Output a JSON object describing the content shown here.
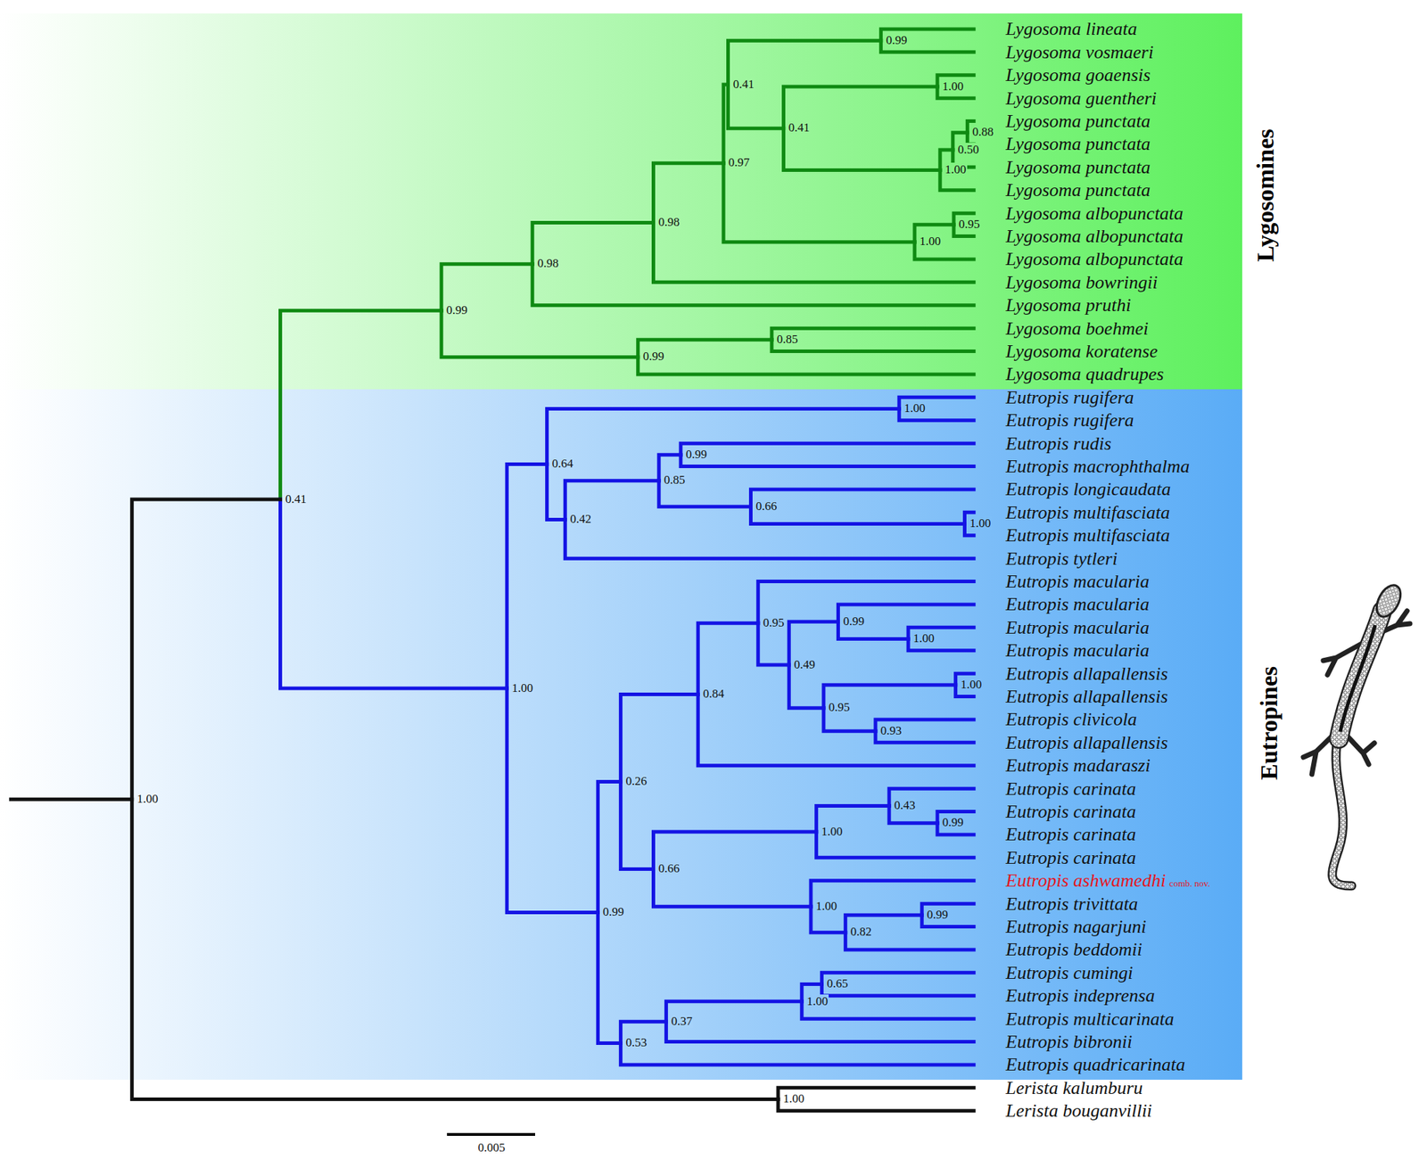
{
  "diagram": {
    "nodes": [
      {
        "text": [
          "Lygosomines"
        ]
      },
      {
        "text": [
          "Eutropines"
        ]
      },
      {
        "text": [
          "Lygosoma lineata"
        ],
        "in": 0
      },
      {
        "text": [
          "Lygosoma vosmaeri"
        ],
        "in": 0
      },
      {
        "text": [
          "Lygosoma goaensis"
        ],
        "in": 0
      },
      {
        "text": [
          "Lygosoma guentheri"
        ],
        "in": 0
      },
      {
        "text": [
          "Lygosoma punctata"
        ],
        "in": 0
      },
      {
        "text": [
          "Lygosoma punctata"
        ],
        "in": 0
      },
      {
        "text": [
          "Lygosoma punctata"
        ],
        "in": 0
      },
      {
        "text": [
          "Lygosoma punctata"
        ],
        "in": 0
      },
      {
        "text": [
          "Lygosoma albopunctata"
        ],
        "in": 0
      },
      {
        "text": [
          "Lygosoma albopunctata"
        ],
        "in": 0
      },
      {
        "text": [
          "Lygosoma albopunctata"
        ],
        "in": 0
      },
      {
        "text": [
          "Lygosoma bowringii"
        ],
        "in": 0
      },
      {
        "text": [
          "Lygosoma pruthi"
        ],
        "in": 0
      },
      {
        "text": [
          "Lygosoma boehmei"
        ],
        "in": 0
      },
      {
        "text": [
          "Lygosoma koratense"
        ],
        "in": 0
      },
      {
        "text": [
          "Lygosoma quadrupes"
        ],
        "in": 0
      },
      {
        "text": [
          "0.99"
        ],
        "in": 0
      },
      {
        "text": [
          "1.00"
        ],
        "in": 0
      },
      {
        "text": [
          "0.88"
        ],
        "in": 0
      },
      {
        "text": [
          "0.50"
        ],
        "in": 0
      },
      {
        "text": [
          "1.00"
        ],
        "in": 0
      },
      {
        "text": [
          "0.41"
        ],
        "in": 0
      },
      {
        "text": [
          "0.41"
        ],
        "in": 0
      },
      {
        "text": [
          "0.95"
        ],
        "in": 0
      },
      {
        "text": [
          "1.00"
        ],
        "in": 0
      },
      {
        "text": [
          "0.97"
        ],
        "in": 0
      },
      {
        "text": [
          "0.98"
        ],
        "in": 0
      },
      {
        "text": [
          "0.98"
        ],
        "in": 0
      },
      {
        "text": [
          "0.85"
        ],
        "in": 0
      },
      {
        "text": [
          "0.99"
        ],
        "in": 0
      },
      {
        "text": [
          "0.99"
        ],
        "in": 0
      },
      {
        "text": [
          "Eutropis rugifera"
        ],
        "in": 1
      },
      {
        "text": [
          "Eutropis rugifera"
        ],
        "in": 1
      },
      {
        "text": [
          "Eutropis rudis"
        ],
        "in": 1
      },
      {
        "text": [
          "Eutropis macrophthalma"
        ],
        "in": 1
      },
      {
        "text": [
          "Eutropis longicaudata"
        ],
        "in": 1
      },
      {
        "text": [
          "Eutropis multifasciata"
        ],
        "in": 1
      },
      {
        "text": [
          "Eutropis multifasciata"
        ],
        "in": 1
      },
      {
        "text": [
          "Eutropis tytleri"
        ],
        "in": 1
      },
      {
        "text": [
          "Eutropis macularia"
        ],
        "in": 1
      },
      {
        "text": [
          "Eutropis macularia"
        ],
        "in": 1
      },
      {
        "text": [
          "Eutropis macularia"
        ],
        "in": 1
      },
      {
        "text": [
          "Eutropis macularia"
        ],
        "in": 1
      },
      {
        "text": [
          "Eutropis allapallensis"
        ],
        "in": 1
      },
      {
        "text": [
          "Eutropis allapallensis"
        ],
        "in": 1
      },
      {
        "text": [
          "Eutropis clivicola"
        ],
        "in": 1
      },
      {
        "text": [
          "Eutropis allapallensis"
        ],
        "in": 1
      },
      {
        "text": [
          "Eutropis madaraszi"
        ],
        "in": 1
      },
      {
        "text": [
          "Eutropis carinata"
        ],
        "in": 1
      },
      {
        "text": [
          "Eutropis carinata"
        ],
        "in": 1
      },
      {
        "text": [
          "Eutropis carinata"
        ],
        "in": 1
      },
      {
        "text": [
          "Eutropis carinata"
        ],
        "in": 1
      },
      {
        "text": [
          "Eutropis ashwamedhi",
          "comb. nov."
        ],
        "in": 1
      },
      {
        "text": [
          "Eutropis trivittata"
        ],
        "in": 1
      },
      {
        "text": [
          "Eutropis nagarjuni"
        ],
        "in": 1
      },
      {
        "text": [
          "Eutropis beddomii"
        ],
        "in": 1
      },
      {
        "text": [
          "Eutropis cumingi"
        ],
        "in": 1
      },
      {
        "text": [
          "Eutropis indeprensa"
        ],
        "in": 1
      },
      {
        "text": [
          "Eutropis multicarinata"
        ],
        "in": 1
      },
      {
        "text": [
          "Eutropis bibronii"
        ],
        "in": 1
      },
      {
        "text": [
          "Eutropis quadricarinata"
        ],
        "in": 1
      },
      {
        "text": [
          "1.00"
        ],
        "in": 1
      },
      {
        "text": [
          "0.99"
        ],
        "in": 1
      },
      {
        "text": [
          "1.00"
        ],
        "in": 1
      },
      {
        "text": [
          "0.66"
        ],
        "in": 1
      },
      {
        "text": [
          "0.85"
        ],
        "in": 1
      },
      {
        "text": [
          "0.42"
        ],
        "in": 1
      },
      {
        "text": [
          "0.64"
        ],
        "in": 1
      },
      {
        "text": [
          "1.00"
        ],
        "in": 1
      },
      {
        "text": [
          "0.99"
        ],
        "in": 1
      },
      {
        "text": [
          "1.00"
        ],
        "in": 1
      },
      {
        "text": [
          "0.93"
        ],
        "in": 1
      },
      {
        "text": [
          "0.95"
        ],
        "in": 1
      },
      {
        "text": [
          "0.49"
        ],
        "in": 1
      },
      {
        "text": [
          "0.95"
        ],
        "in": 1
      },
      {
        "text": [
          "0.84"
        ],
        "in": 1
      },
      {
        "text": [
          "0.99"
        ],
        "in": 1
      },
      {
        "text": [
          "0.43"
        ],
        "in": 1
      },
      {
        "text": [
          "1.00"
        ],
        "in": 1
      },
      {
        "text": [
          "0.99"
        ],
        "in": 1
      },
      {
        "text": [
          "0.82"
        ],
        "in": 1
      },
      {
        "text": [
          "1.00"
        ],
        "in": 1
      },
      {
        "text": [
          "0.66"
        ],
        "in": 1
      },
      {
        "text": [
          "0.26"
        ],
        "in": 1
      },
      {
        "text": [
          "0.65"
        ],
        "in": 1
      },
      {
        "text": [
          "1.00"
        ],
        "in": 1
      },
      {
        "text": [
          "0.37"
        ],
        "in": 1
      },
      {
        "text": [
          "0.53"
        ],
        "in": 1
      },
      {
        "text": [
          "0.99"
        ],
        "in": 1
      },
      {
        "text": [
          "1.00"
        ],
        "in": 1
      },
      {
        "text": [
          "0.41"
        ],
        "in": 1
      },
      {
        "text": [
          "1.00"
        ],
        "in": 1
      },
      {
        "text": [
          "Lerista kalumburu"
        ]
      },
      {
        "text": [
          "Lerista bouganvillii"
        ]
      },
      {
        "text": [
          "1.00"
        ]
      }
    ],
    "edges": [
      {
        "from": 18,
        "to": 2,
        "arrow": "none"
      },
      {
        "from": 18,
        "to": 3,
        "arrow": "none"
      },
      {
        "from": 19,
        "to": 4,
        "arrow": "none"
      },
      {
        "from": 19,
        "to": 5,
        "arrow": "none"
      },
      {
        "from": 20,
        "to": 6,
        "arrow": "none"
      },
      {
        "from": 20,
        "to": 7,
        "arrow": "none"
      },
      {
        "from": 21,
        "to": 20,
        "arrow": "none"
      },
      {
        "from": 21,
        "to": 8,
        "arrow": "none"
      },
      {
        "from": 22,
        "to": 21,
        "arrow": "none"
      },
      {
        "from": 22,
        "to": 9,
        "arrow": "none"
      },
      {
        "from": 23,
        "to": 19,
        "arrow": "none"
      },
      {
        "from": 23,
        "to": 22,
        "arrow": "none"
      },
      {
        "from": 24,
        "to": 18,
        "arrow": "none"
      },
      {
        "from": 24,
        "to": 23,
        "arrow": "none"
      },
      {
        "from": 25,
        "to": 10,
        "arrow": "none"
      },
      {
        "from": 25,
        "to": 11,
        "arrow": "none"
      },
      {
        "from": 26,
        "to": 25,
        "arrow": "none"
      },
      {
        "from": 26,
        "to": 12,
        "arrow": "none"
      },
      {
        "from": 27,
        "to": 24,
        "arrow": "none"
      },
      {
        "from": 27,
        "to": 26,
        "arrow": "none"
      },
      {
        "from": 28,
        "to": 27,
        "arrow": "none"
      },
      {
        "from": 28,
        "to": 13,
        "arrow": "none"
      },
      {
        "from": 29,
        "to": 28,
        "arrow": "none"
      },
      {
        "from": 29,
        "to": 14,
        "arrow": "none"
      },
      {
        "from": 30,
        "to": 15,
        "arrow": "none"
      },
      {
        "from": 30,
        "to": 16,
        "arrow": "none"
      },
      {
        "from": 31,
        "to": 30,
        "arrow": "none"
      },
      {
        "from": 31,
        "to": 17,
        "arrow": "none"
      },
      {
        "from": 32,
        "to": 29,
        "arrow": "none"
      },
      {
        "from": 32,
        "to": 31,
        "arrow": "none"
      },
      {
        "from": 63,
        "to": 33,
        "arrow": "none"
      },
      {
        "from": 63,
        "to": 34,
        "arrow": "none"
      },
      {
        "from": 64,
        "to": 35,
        "arrow": "none"
      },
      {
        "from": 64,
        "to": 36,
        "arrow": "none"
      },
      {
        "from": 65,
        "to": 38,
        "arrow": "none"
      },
      {
        "from": 65,
        "to": 39,
        "arrow": "none"
      },
      {
        "from": 66,
        "to": 37,
        "arrow": "none"
      },
      {
        "from": 66,
        "to": 65,
        "arrow": "none"
      },
      {
        "from": 67,
        "to": 64,
        "arrow": "none"
      },
      {
        "from": 67,
        "to": 66,
        "arrow": "none"
      },
      {
        "from": 68,
        "to": 67,
        "arrow": "none"
      },
      {
        "from": 68,
        "to": 40,
        "arrow": "none"
      },
      {
        "from": 69,
        "to": 63,
        "arrow": "none"
      },
      {
        "from": 69,
        "to": 68,
        "arrow": "none"
      },
      {
        "from": 70,
        "to": 43,
        "arrow": "none"
      },
      {
        "from": 70,
        "to": 44,
        "arrow": "none"
      },
      {
        "from": 71,
        "to": 42,
        "arrow": "none"
      },
      {
        "from": 71,
        "to": 70,
        "arrow": "none"
      },
      {
        "from": 72,
        "to": 45,
        "arrow": "none"
      },
      {
        "from": 72,
        "to": 46,
        "arrow": "none"
      },
      {
        "from": 73,
        "to": 47,
        "arrow": "none"
      },
      {
        "from": 73,
        "to": 48,
        "arrow": "none"
      },
      {
        "from": 74,
        "to": 72,
        "arrow": "none"
      },
      {
        "from": 74,
        "to": 73,
        "arrow": "none"
      },
      {
        "from": 75,
        "to": 71,
        "arrow": "none"
      },
      {
        "from": 75,
        "to": 74,
        "arrow": "none"
      },
      {
        "from": 76,
        "to": 41,
        "arrow": "none"
      },
      {
        "from": 76,
        "to": 75,
        "arrow": "none"
      },
      {
        "from": 77,
        "to": 76,
        "arrow": "none"
      },
      {
        "from": 77,
        "to": 49,
        "arrow": "none"
      },
      {
        "from": 78,
        "to": 51,
        "arrow": "none"
      },
      {
        "from": 78,
        "to": 52,
        "arrow": "none"
      },
      {
        "from": 79,
        "to": 50,
        "arrow": "none"
      },
      {
        "from": 79,
        "to": 78,
        "arrow": "none"
      },
      {
        "from": 80,
        "to": 79,
        "arrow": "none"
      },
      {
        "from": 80,
        "to": 53,
        "arrow": "none"
      },
      {
        "from": 81,
        "to": 55,
        "arrow": "none"
      },
      {
        "from": 81,
        "to": 56,
        "arrow": "none"
      },
      {
        "from": 82,
        "to": 81,
        "arrow": "none"
      },
      {
        "from": 82,
        "to": 57,
        "arrow": "none"
      },
      {
        "from": 83,
        "to": 54,
        "arrow": "none"
      },
      {
        "from": 83,
        "to": 82,
        "arrow": "none"
      },
      {
        "from": 84,
        "to": 80,
        "arrow": "none"
      },
      {
        "from": 84,
        "to": 83,
        "arrow": "none"
      },
      {
        "from": 85,
        "to": 77,
        "arrow": "none"
      },
      {
        "from": 85,
        "to": 84,
        "arrow": "none"
      },
      {
        "from": 86,
        "to": 58,
        "arrow": "none"
      },
      {
        "from": 86,
        "to": 59,
        "arrow": "none"
      },
      {
        "from": 87,
        "to": 86,
        "arrow": "none"
      },
      {
        "from": 87,
        "to": 60,
        "arrow": "none"
      },
      {
        "from": 88,
        "to": 87,
        "arrow": "none"
      },
      {
        "from": 88,
        "to": 61,
        "arrow": "none"
      },
      {
        "from": 89,
        "to": 88,
        "arrow": "none"
      },
      {
        "from": 89,
        "to": 62,
        "arrow": "none"
      },
      {
        "from": 90,
        "to": 85,
        "arrow": "none"
      },
      {
        "from": 90,
        "to": 89,
        "arrow": "none"
      },
      {
        "from": 91,
        "to": 69,
        "arrow": "none"
      },
      {
        "from": 91,
        "to": 90,
        "arrow": "none"
      },
      {
        "from": 92,
        "to": 32,
        "arrow": "none"
      },
      {
        "from": 92,
        "to": 91,
        "arrow": "none"
      },
      {
        "from": 93,
        "to": 92,
        "arrow": "none"
      },
      {
        "from": 93,
        "to": 96,
        "arrow": "none"
      },
      {
        "from": 96,
        "to": 94,
        "arrow": "none"
      },
      {
        "from": 96,
        "to": 95,
        "arrow": "none"
      }
    ],
    "labels": [
      "0.005"
    ]
  }
}
